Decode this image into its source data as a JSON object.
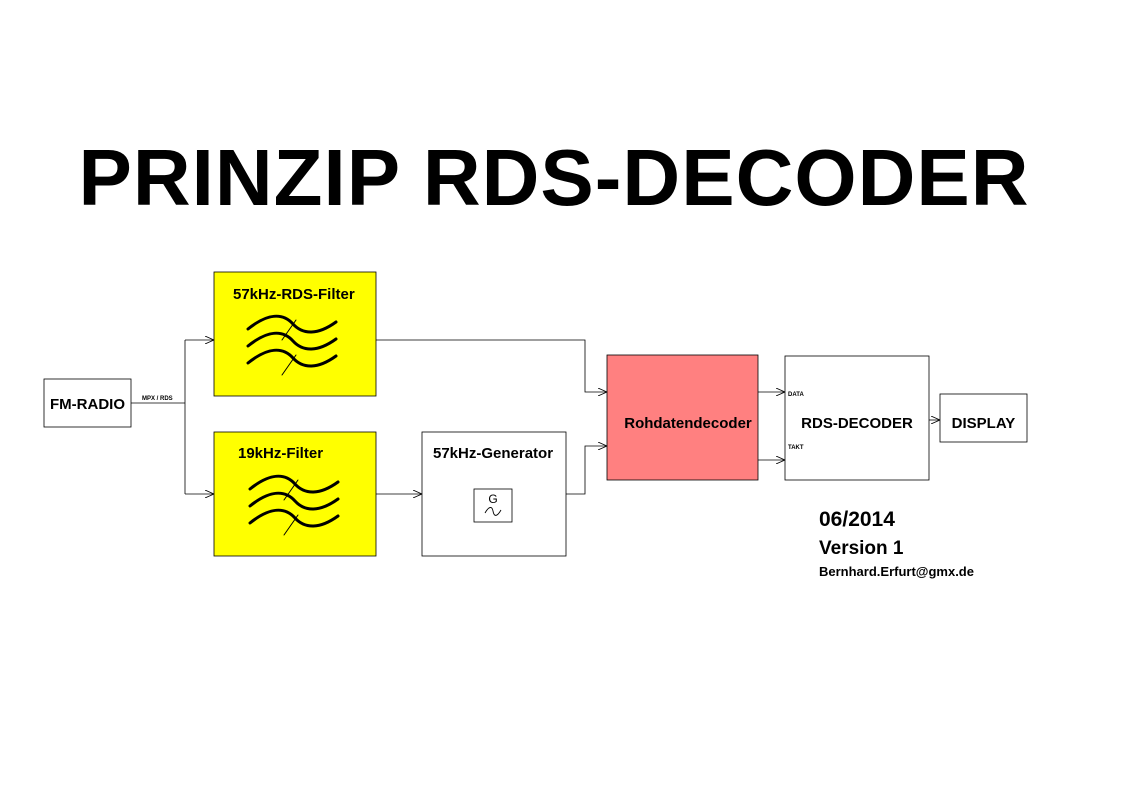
{
  "title": "PRINZIP RDS-DECODER",
  "blocks": {
    "fm_radio": "FM-RADIO",
    "rds_filter": "57kHz-RDS-Filter",
    "pilot_filter": "19kHz-Filter",
    "generator": "57kHz-Generator",
    "generator_symbol": "G",
    "raw_decoder": "Rohdatendecoder",
    "rds_decoder": "RDS-DECODER",
    "display": "DISPLAY"
  },
  "signals": {
    "mpx": "MPX / RDS",
    "data": "DATA",
    "clock": "TAKT"
  },
  "info": {
    "date": "06/2014",
    "version": "Version 1",
    "email": "Bernhard.Erfurt@gmx.de"
  },
  "colors": {
    "filter_fill": "#ffff00",
    "raw_decoder_fill": "#ff8080",
    "line": "#000000"
  }
}
